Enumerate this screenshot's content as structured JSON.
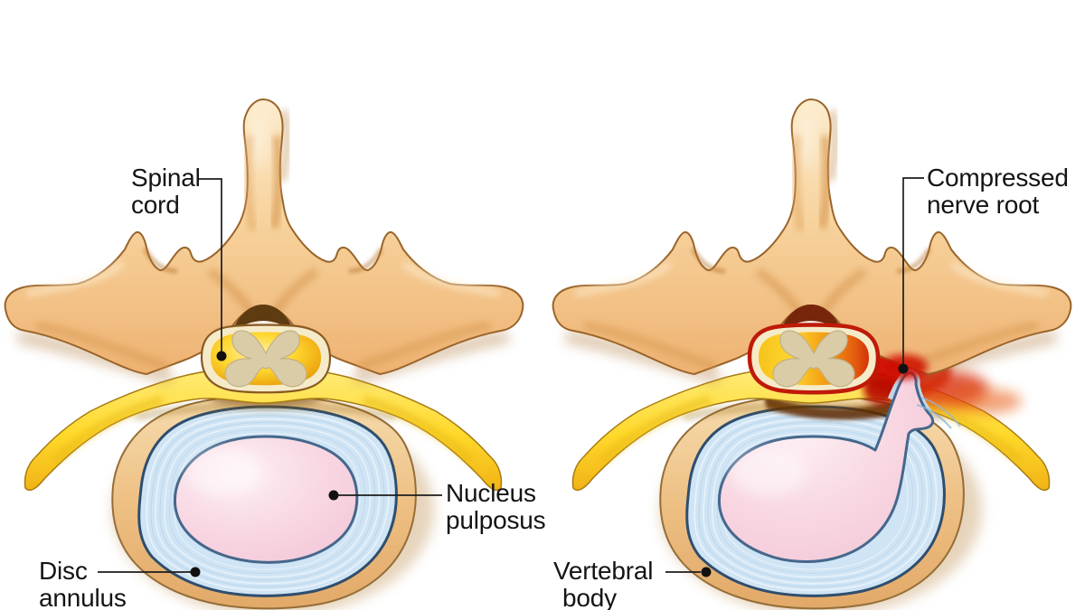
{
  "figure": {
    "type": "medical-diagram",
    "panels": [
      {
        "id": "normal-disc",
        "side": "left",
        "labels": [
          "Spinal cord",
          "Nucleus pulposus",
          "Disc annulus"
        ]
      },
      {
        "id": "herniated-disc",
        "side": "right",
        "labels": [
          "Compressed nerve root",
          "Vertebral body"
        ]
      }
    ]
  },
  "labels": {
    "spinal_cord": {
      "line1": "Spinal",
      "line2": "cord"
    },
    "nucleus_pulposus": {
      "line1": "Nucleus",
      "line2": "pulposus"
    },
    "disc_annulus": {
      "line1": "Disc",
      "line2": "annulus"
    },
    "compressed_nerve_root": {
      "line1": "Compressed",
      "line2": "nerve root"
    },
    "vertebral_body": {
      "line1": "Vertebral",
      "line2": "body"
    }
  },
  "colors": {
    "bone_tan": "#f2c084",
    "bone_outline": "#9c6428",
    "nerve_yellow": "#ffd92b",
    "cord_ring_cream": "#f5ebc9",
    "gray_matter": "#d8cba6",
    "annulus_blue": "#cfe4f4",
    "annulus_outline": "#2f4e6e",
    "nucleus_pink": "#f6d0de",
    "inflammation_red": "#d30e05",
    "leader_line": "#1c1c1c"
  }
}
